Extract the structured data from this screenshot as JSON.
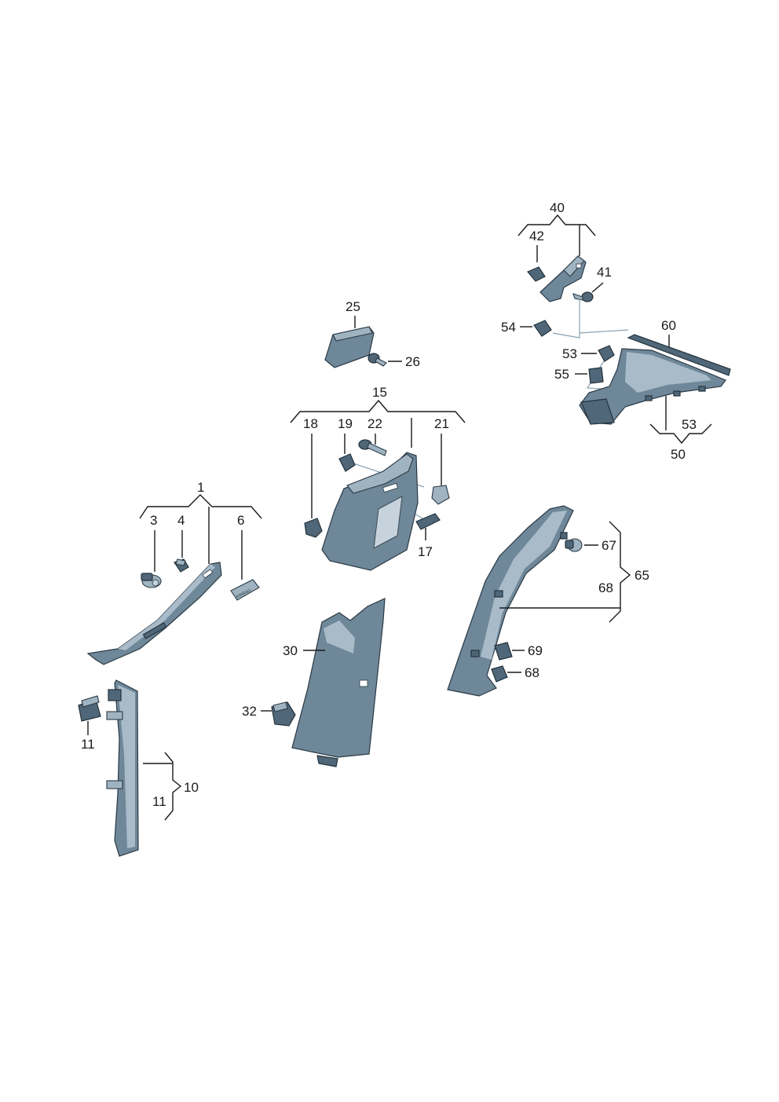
{
  "labels": {
    "l1": "1",
    "l3": "3",
    "l4": "4",
    "l6": "6",
    "l10": "10",
    "l11a": "11",
    "l11b": "11",
    "l15": "15",
    "l17": "17",
    "l18": "18",
    "l19": "19",
    "l21": "21",
    "l22": "22",
    "l25": "25",
    "l26": "26",
    "l30": "30",
    "l32": "32",
    "l40": "40",
    "l41": "41",
    "l42": "42",
    "l50": "50",
    "l53a": "53",
    "l53b": "53",
    "l54": "54",
    "l55": "55",
    "l60": "60",
    "l65": "65",
    "l67": "67",
    "l68a": "68",
    "l68b": "68",
    "l69": "69"
  },
  "badge_text": "AIRBAG",
  "colors": {
    "part_fill": "#6e8799",
    "part_dark": "#4f6778",
    "part_light": "#9fb3c1",
    "outline": "#2b3a45",
    "line": "#1a1a1a"
  }
}
